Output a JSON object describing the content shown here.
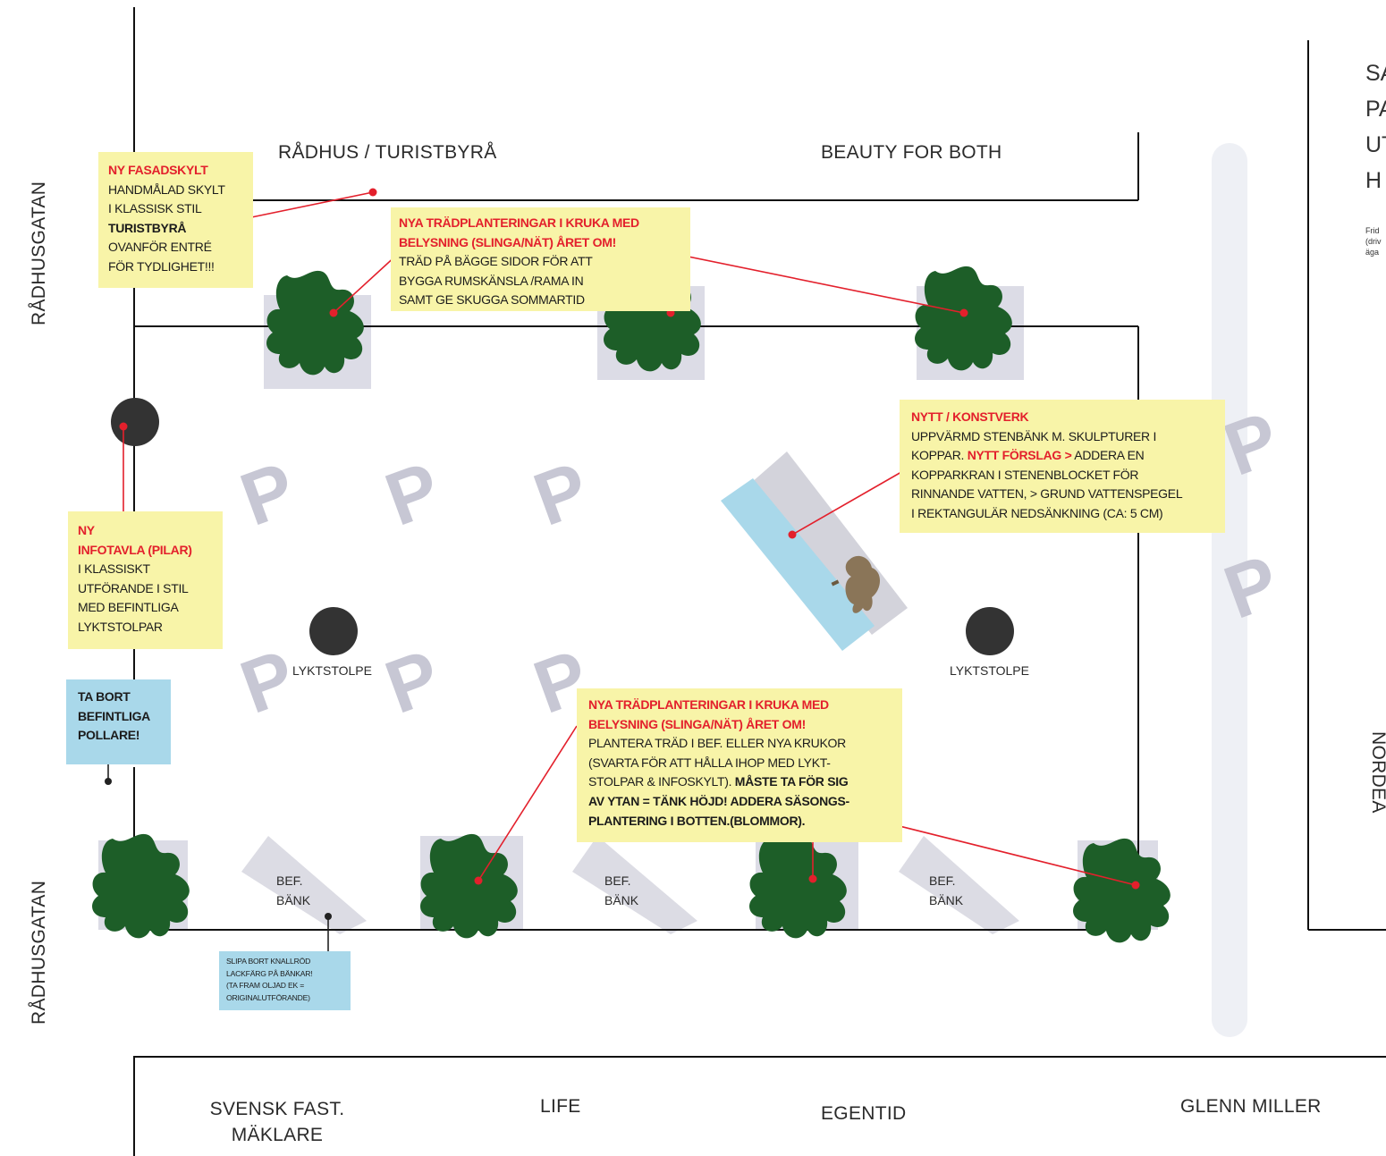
{
  "streets": {
    "radhus": "RÅDHUS / TURISTBYRÅ",
    "beauty": "BEAUTY FOR BOTH",
    "radhusgatan_top": "RÅDHUSGATAN",
    "radhusgatan_bottom": "RÅDHUSGATAN",
    "nordea": "NORDEA",
    "svensk_line1": "SVENSK FAST.",
    "svensk_line2": "MÄKLARE",
    "life": "LIFE",
    "egentid": "EGENTID",
    "glenn": "GLENN  MILLER"
  },
  "side_panel": {
    "heading_lines": [
      "SA",
      "PA",
      "UT",
      "H"
    ],
    "small_lines": [
      "Frid",
      "(driv",
      "äga"
    ]
  },
  "labels": {
    "lyktstolpe_left": "LYKTSTOLPE",
    "lyktstolpe_right": "LYKTSTOLPE",
    "bench_line1": "BEF.",
    "bench_line2": "BÄNK"
  },
  "notes": {
    "fasadskylt": {
      "title": "NY FASADSKYLT",
      "line1": "HANDMÅLAD SKYLT",
      "line2": "I KLASSISK STIL",
      "bold": "TURISTBYRÅ",
      "line3": "OVANFÖR ENTRÉ",
      "line4": "FÖR TYDLIGHET!!!"
    },
    "trad_top": {
      "title1": "NYA TRÄDPLANTERINGAR I KRUKA MED",
      "title2": "BELYSNING (SLINGA/NÄT) ÅRET OM!",
      "line1": "TRÄD PÅ BÄGGE SIDOR FÖR ATT",
      "line2": "BYGGA RUMSKÄNSLA /RAMA IN",
      "line3": "SAMT GE SKUGGA SOMMARTID"
    },
    "konstverk": {
      "title": "NYTT / KONSTVERK",
      "line1": "UPPVÄRMD STENBÄNK M. SKULPTURER I",
      "line2a": "KOPPAR.",
      "line2_red": "NYTT FÖRSLAG >",
      "line2b": "ADDERA EN",
      "line3": "KOPPARKRAN I STENENBLOCKET FÖR",
      "line4": "RINNANDE VATTEN, > GRUND VATTENSPEGEL",
      "line5": "I REKTANGULÄR NEDSÄNKNING (CA: 5 CM)"
    },
    "infotavla": {
      "title1": "NY",
      "title2": "INFOTAVLA (PILAR)",
      "line1": "I  KLASSISKT",
      "line2": "UTFÖRANDE I STIL",
      "line3": "MED BEFINTLIGA",
      "line4": "LYKTSTOLPAR"
    },
    "pollare": {
      "line1": "TA BORT",
      "line2": "BEFINTLIGA",
      "line3": "POLLARE!"
    },
    "trad_bottom": {
      "title1": "NYA TRÄDPLANTERINGAR I KRUKA MED",
      "title2": "BELYSNING (SLINGA/NÄT) ÅRET OM!",
      "line1": "PLANTERA TRÄD I BEF. ELLER NYA KRUKOR",
      "line2": "(SVARTA FÖR ATT HÅLLA IHOP MED LYKT-",
      "line3a": "STOLPAR & INFOSKYLT).",
      "line3b": "MÅSTE TA FÖR SIG",
      "line4": "AV YTAN = TÄNK HÖJD! ADDERA SÄSONGS-",
      "line5": "PLANTERING I BOTTEN.(BLOMMOR)."
    },
    "bank": {
      "line1": "SLIPA BORT KNALLRÖD",
      "line2": "LACKFÄRG PÅ BÄNKAR!",
      "line3": "(TA FRAM OLJAD EK =",
      "line4": "ORIGINALUTFÖRANDE)"
    }
  },
  "parking_symbol": "P",
  "colors": {
    "tree": "#1d5e28",
    "pointer": "#e3202c",
    "note_yellow": "#f8f4a8",
    "note_blue": "#a9d8ea",
    "lamp": "#333333",
    "parking": "#c7c7d4",
    "water": "#a9d8ea",
    "stone": "#d3d3db",
    "sculpture": "#8a7558"
  }
}
